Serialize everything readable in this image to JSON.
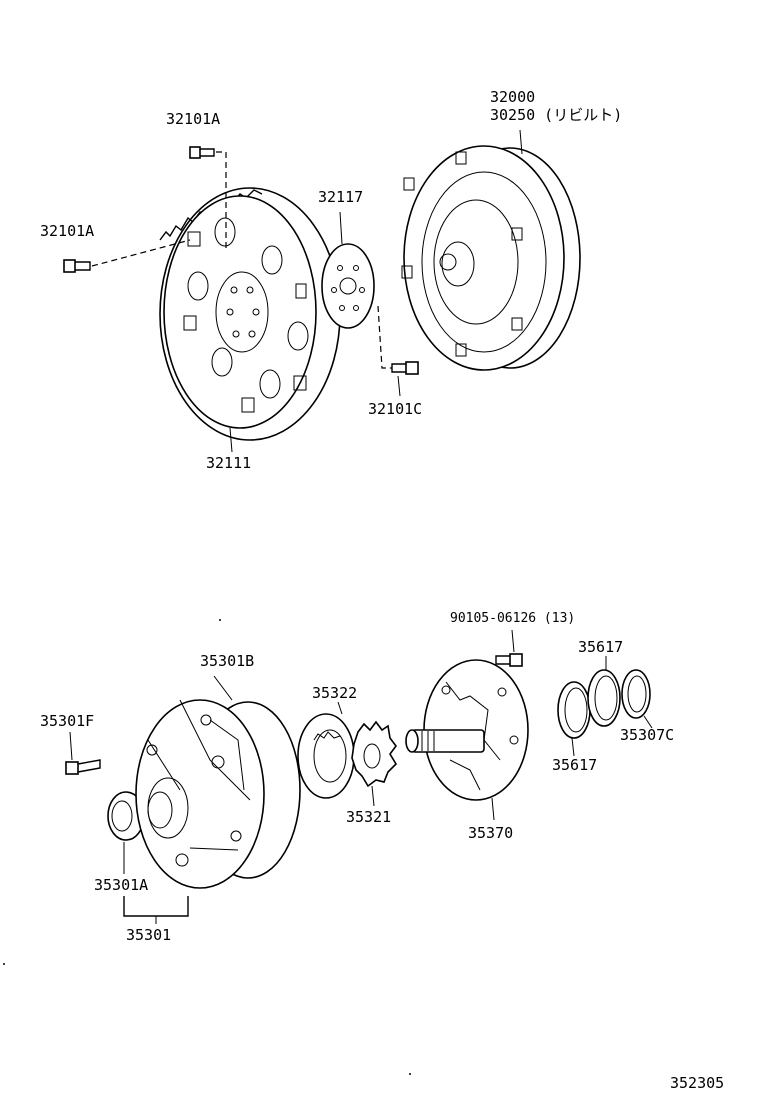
{
  "diagram_id": "352305",
  "labels": {
    "p32101A_top": "32101A",
    "p32101A_left": "32101A",
    "p32117": "32117",
    "p32000": "32000",
    "p30250": "30250 (リビルト)",
    "p32101C": "32101C",
    "p32111": "32111",
    "p90105": "90105-06126 (13)",
    "p35617_top": "35617",
    "p35301B": "35301B",
    "p35322": "35322",
    "p35301F": "35301F",
    "p35307C": "35307C",
    "p35617_bot": "35617",
    "p35321": "35321",
    "p35370": "35370",
    "p35301A": "35301A",
    "p35301": "35301"
  }
}
